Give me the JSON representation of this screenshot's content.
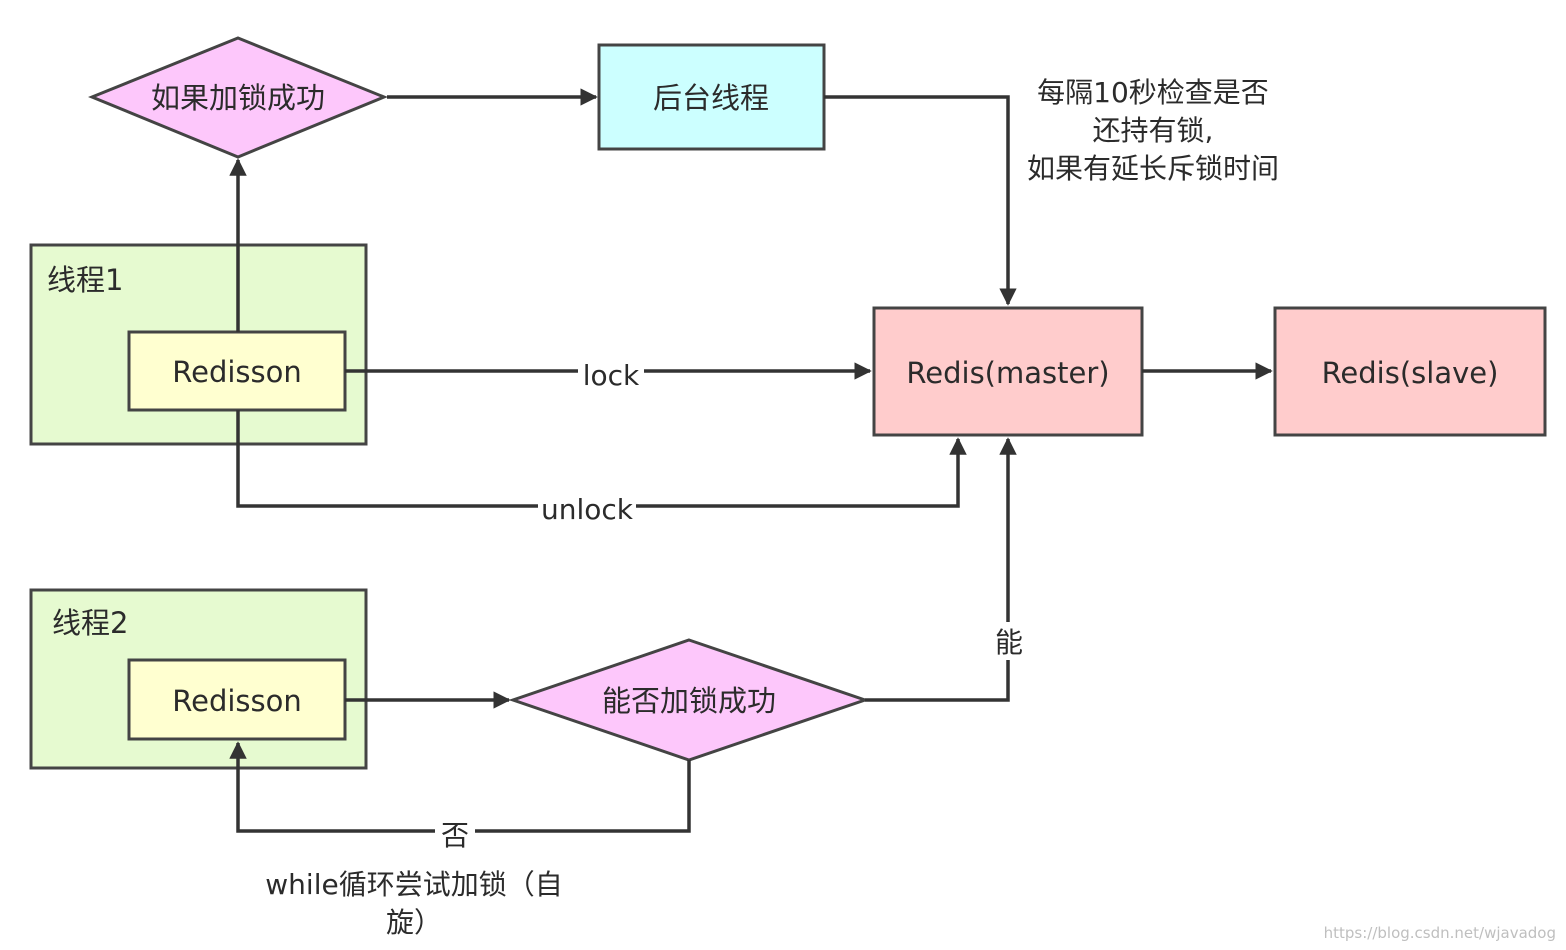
{
  "nodes": {
    "if_lock_success": "如果加锁成功",
    "background_thread": "后台线程",
    "thread1": "线程1",
    "redisson1": "Redisson",
    "redis_master": "Redis(master)",
    "redis_slave": "Redis(slave)",
    "thread2": "线程2",
    "redisson2": "Redisson",
    "can_lock": "能否加锁成功"
  },
  "edges": {
    "lock": "lock",
    "unlock": "unlock",
    "yes": "能",
    "no": "否"
  },
  "annotations": {
    "check_line1": "每隔10秒检查是否",
    "check_line2": "还持有锁,",
    "check_line3": "如果有延长斥锁时间",
    "spin_line1": "while循环尝试加锁（自",
    "spin_line2": "旋）"
  },
  "watermark": "https://blog.csdn.net/wjavadog",
  "colors": {
    "diamond": "#fdc7fb",
    "background_thread": "#ccffff",
    "thread_container": "#e6fad0",
    "redisson": "#ffffd0",
    "redis": "#ffcccc",
    "stroke": "#333333"
  }
}
